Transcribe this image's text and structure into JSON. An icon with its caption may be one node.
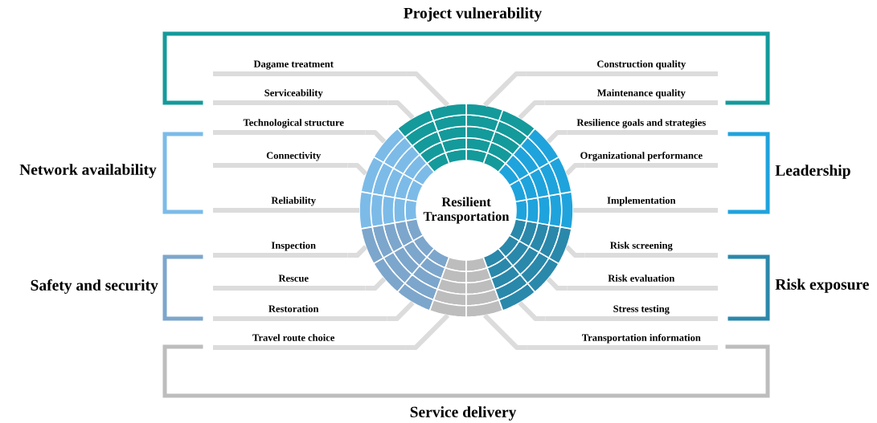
{
  "diagram": {
    "nodes": [
      {
        "text": [
          "Resilient Transportation"
        ]
      },
      {
        "text": [
          "Project vulnerability"
        ]
      },
      {
        "text": [
          "Network availability"
        ]
      },
      {
        "text": [
          "Leadership"
        ]
      },
      {
        "text": [
          "Safety and security"
        ]
      },
      {
        "text": [
          "Risk exposure"
        ]
      },
      {
        "text": [
          "Service delivery"
        ]
      },
      {
        "text": [
          "Dagame treatment"
        ]
      },
      {
        "text": [
          "Construction quality"
        ]
      },
      {
        "text": [
          "Serviceability"
        ]
      },
      {
        "text": [
          "Maintenance quality"
        ]
      },
      {
        "text": [
          "Technological structure"
        ]
      },
      {
        "text": [
          "Resilience goals and strategies"
        ]
      },
      {
        "text": [
          "Connectivity"
        ]
      },
      {
        "text": [
          "Organizational performance"
        ]
      },
      {
        "text": [
          "Reliability"
        ]
      },
      {
        "text": [
          "Implementation"
        ]
      },
      {
        "text": [
          "Inspection"
        ]
      },
      {
        "text": [
          "Risk screening"
        ]
      },
      {
        "text": [
          "Rescue"
        ]
      },
      {
        "text": [
          "Risk evaluation"
        ]
      },
      {
        "text": [
          "Restoration"
        ]
      },
      {
        "text": [
          "Stress testing"
        ]
      },
      {
        "text": [
          "Travel route choice"
        ]
      },
      {
        "text": [
          "Transportation information"
        ]
      }
    ],
    "edges": [
      {
        "from": 0,
        "to": 7,
        "arrow": "none"
      },
      {
        "from": 0,
        "to": 8,
        "arrow": "none"
      },
      {
        "from": 0,
        "to": 9,
        "arrow": "none"
      },
      {
        "from": 0,
        "to": 10,
        "arrow": "none"
      },
      {
        "from": 0,
        "to": 11,
        "arrow": "none"
      },
      {
        "from": 0,
        "to": 12,
        "arrow": "none"
      },
      {
        "from": 0,
        "to": 13,
        "arrow": "none"
      },
      {
        "from": 0,
        "to": 14,
        "arrow": "none"
      },
      {
        "from": 0,
        "to": 15,
        "arrow": "none"
      },
      {
        "from": 0,
        "to": 16,
        "arrow": "none"
      },
      {
        "from": 0,
        "to": 17,
        "arrow": "none"
      },
      {
        "from": 0,
        "to": 18,
        "arrow": "none"
      },
      {
        "from": 0,
        "to": 19,
        "arrow": "none"
      },
      {
        "from": 0,
        "to": 20,
        "arrow": "none"
      },
      {
        "from": 0,
        "to": 21,
        "arrow": "none"
      },
      {
        "from": 0,
        "to": 22,
        "arrow": "none"
      },
      {
        "from": 0,
        "to": 23,
        "arrow": "none"
      },
      {
        "from": 0,
        "to": 24,
        "arrow": "none"
      }
    ]
  }
}
